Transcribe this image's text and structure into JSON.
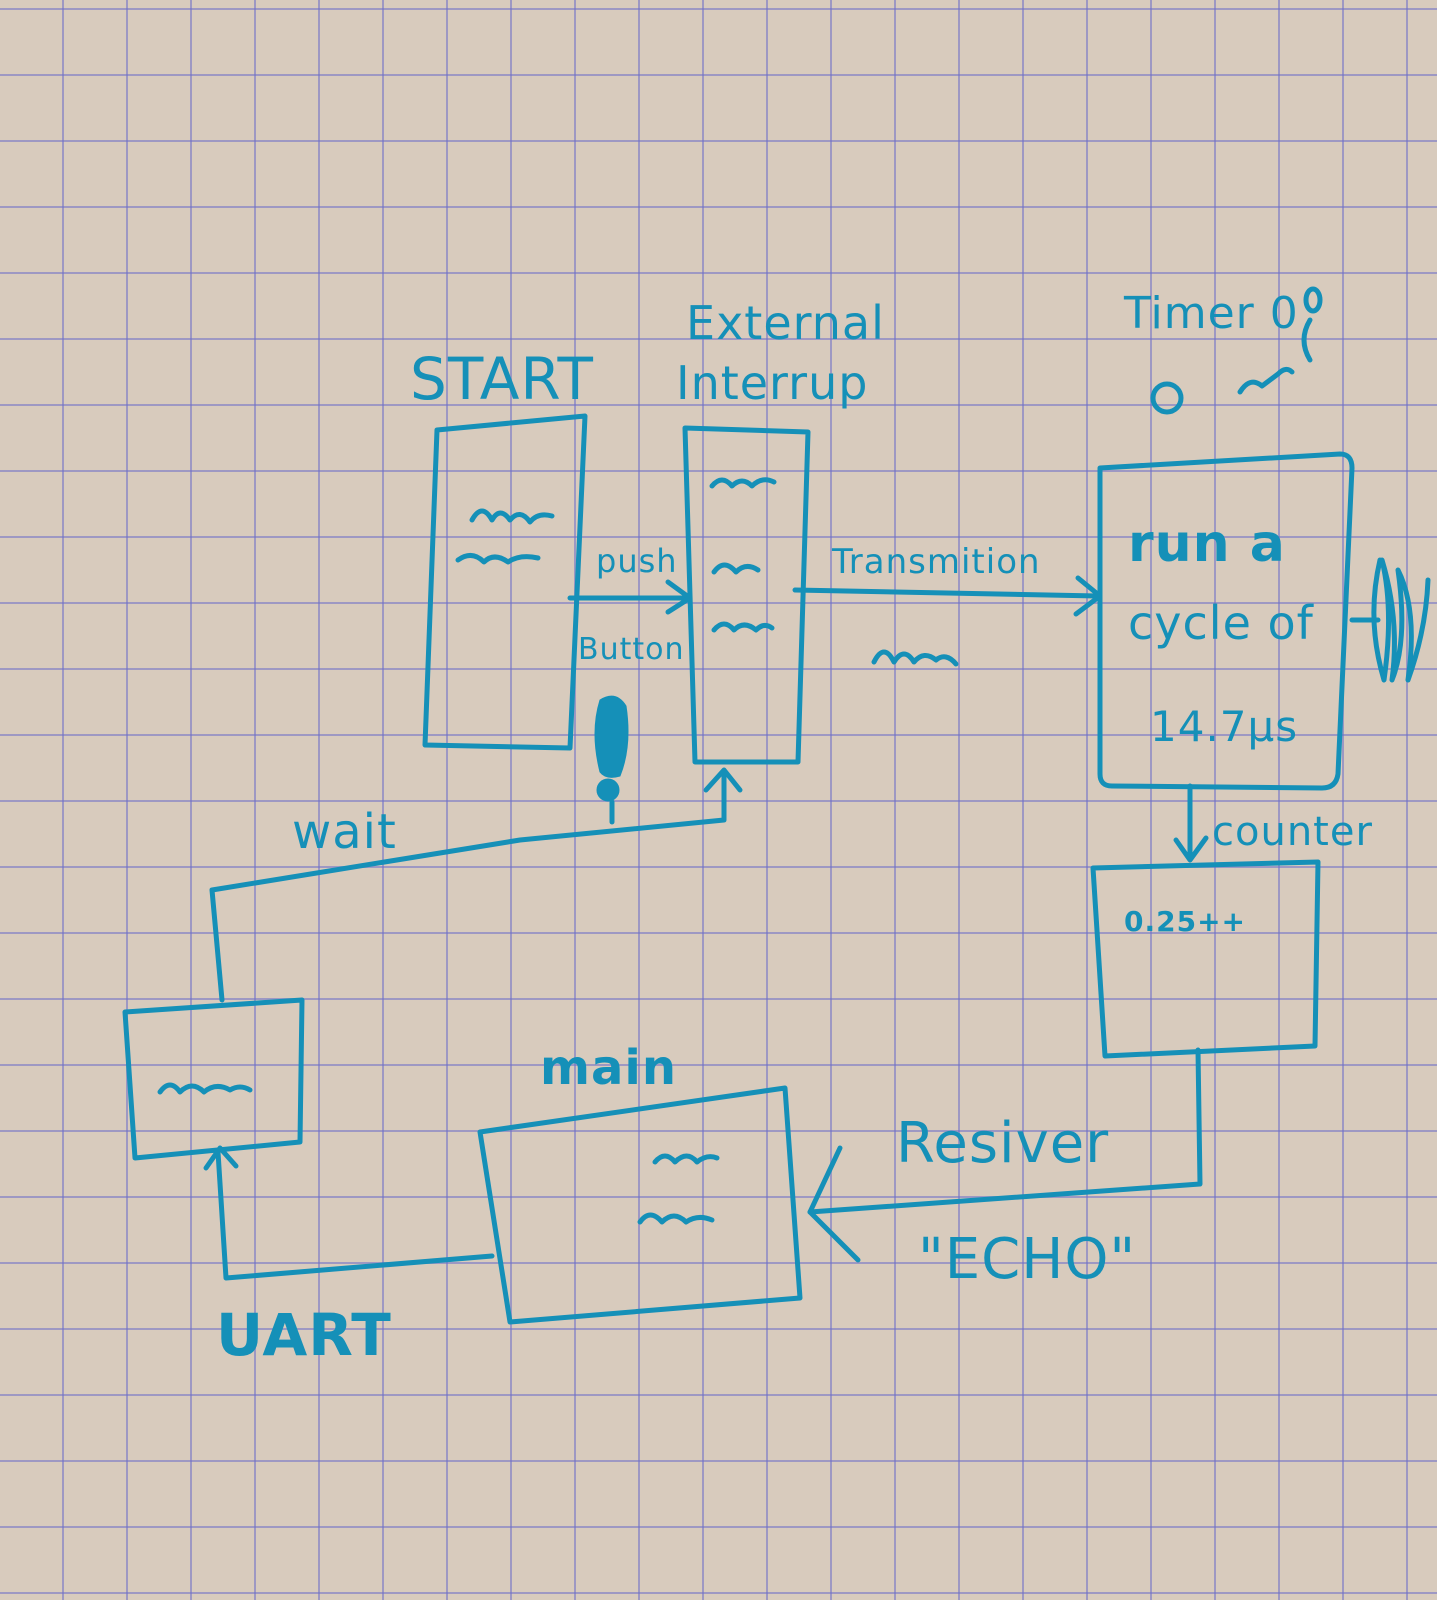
{
  "labels": {
    "start": "START",
    "external_interrupt_1": "External",
    "external_interrupt_2": "Interrup",
    "timer": "Timer 0",
    "push": "push",
    "button": "Button",
    "transmition": "Transmition",
    "run_1": "run a",
    "run_2": "cycle of",
    "run_3": "14.7μs",
    "counter": "counter",
    "counter_value": "0.25++",
    "wait": "wait",
    "main": "main",
    "resiver": "Resiver",
    "echo": "\"ECHO\"",
    "uart": "UART"
  },
  "colors": {
    "ink": "#1590b8",
    "paper": "#d8cbbd",
    "grid": "#6e6ec8"
  }
}
